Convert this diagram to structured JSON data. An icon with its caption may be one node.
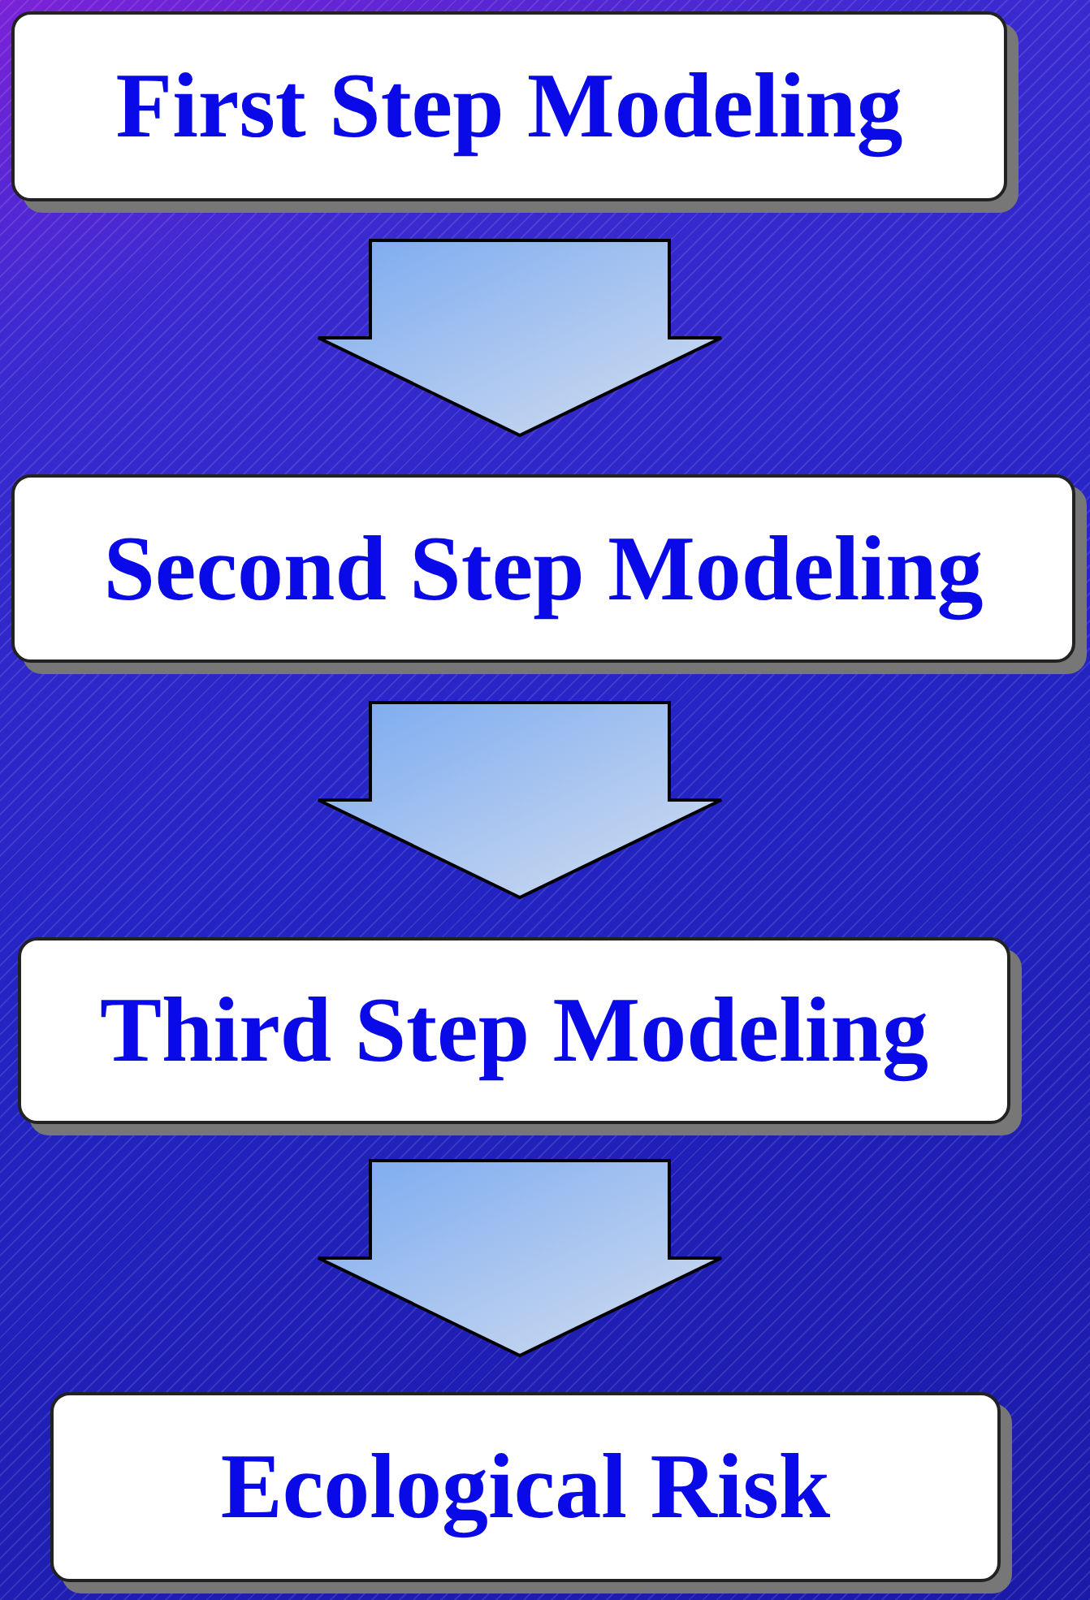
{
  "diagram": {
    "nodes": [
      {
        "text": [
          "First Step Modeling"
        ]
      },
      {
        "text": [
          "Second Step Modeling"
        ]
      },
      {
        "text": [
          "Third Step Modeling"
        ]
      },
      {
        "text": [
          "Ecological Risk"
        ]
      }
    ],
    "edges": [
      {
        "from": 0,
        "to": 1,
        "arrow": "to"
      },
      {
        "from": 1,
        "to": 2,
        "arrow": "to"
      },
      {
        "from": 2,
        "to": 3,
        "arrow": "to"
      }
    ]
  }
}
